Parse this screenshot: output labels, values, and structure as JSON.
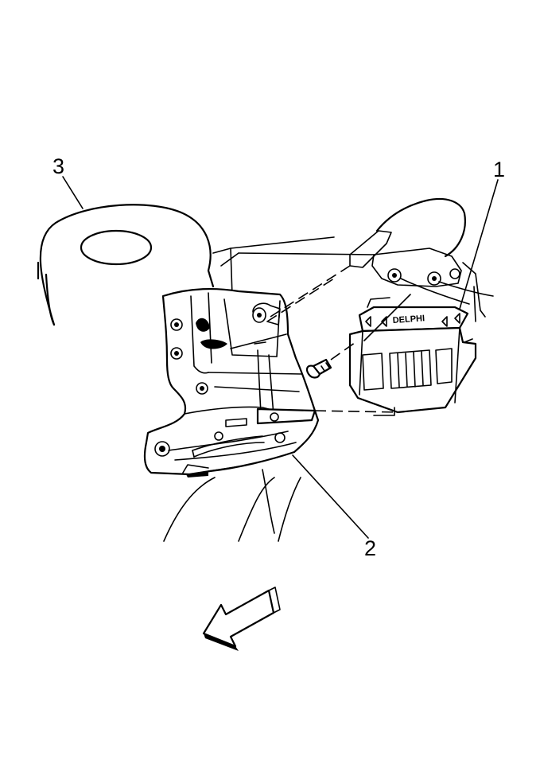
{
  "callouts": {
    "c1": "1",
    "c2": "2",
    "c3": "3"
  },
  "module_marking": "DELPHI",
  "icons": {
    "direction_arrow": "forward-direction-arrow-icon"
  },
  "colors": {
    "line": "#000000",
    "background": "#ffffff"
  }
}
